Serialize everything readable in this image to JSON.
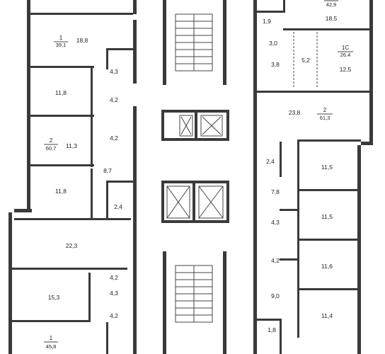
{
  "apartments": [
    {
      "id": "apt-top-right",
      "count": "",
      "total": "42,9"
    },
    {
      "id": "apt-1",
      "count": "1",
      "total": "39,1"
    },
    {
      "id": "apt-1c",
      "count": "1С",
      "total": "26,4"
    },
    {
      "id": "apt-2-left",
      "count": "2",
      "total": "60,7"
    },
    {
      "id": "apt-2-right",
      "count": "2",
      "total": "61,3"
    },
    {
      "id": "apt-1-bottom",
      "count": "1",
      "total": "45,8"
    }
  ],
  "rooms": [
    "18,8",
    "4,3",
    "11,8",
    "4,2",
    "4,2",
    "11,3",
    "8,7",
    "11,8",
    "2,4",
    "22,3",
    "4,2",
    "15,3",
    "4,3",
    "4,2",
    "18,5",
    "1,9",
    "3,0",
    "3,8",
    "5,2",
    "12,5",
    "23,8",
    "2,4",
    "11,5",
    "7,8",
    "11,5",
    "4,3",
    "4,2",
    "11,6",
    "9,0",
    "11,4",
    "1,8"
  ]
}
